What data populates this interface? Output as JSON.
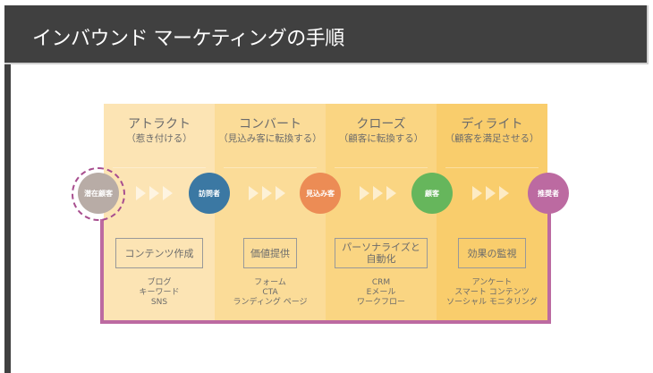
{
  "header": {
    "title": "インバウンド マーケティングの手順"
  },
  "stages": [
    {
      "title": "アトラクト",
      "subtitle": "（惹き付ける）",
      "action": "コンテンツ作成",
      "items": [
        "ブログ",
        "キーワード",
        "SNS"
      ]
    },
    {
      "title": "コンバート",
      "subtitle": "（見込み客に転換する）",
      "action": "価値提供",
      "items": [
        "フォーム",
        "CTA",
        "ランディング ページ"
      ]
    },
    {
      "title": "クローズ",
      "subtitle": "（顧客に転換する）",
      "action_line1": "パーソナライズと",
      "action_line2": "自動化",
      "items": [
        "CRM",
        "Eメール",
        "ワークフロー"
      ]
    },
    {
      "title": "ディライト",
      "subtitle": "（顧客を満足させる）",
      "action": "効果の監視",
      "items": [
        "アンケート",
        "スマート コンテンツ",
        "ソーシャル モニタリング"
      ]
    }
  ],
  "nodes": [
    {
      "label": "潜在顧客",
      "color": "#b8aca6"
    },
    {
      "label": "訪問者",
      "color": "#3b78a3"
    },
    {
      "label": "見込み客",
      "color": "#ec8c55"
    },
    {
      "label": "顧客",
      "color": "#66b65c"
    },
    {
      "label": "推奨者",
      "color": "#bc6aa1"
    }
  ],
  "colors": {
    "header_bg": "#404040",
    "frame": "#bc6aa1",
    "col1": "#fce4b4",
    "col2": "#fbdc98",
    "col3": "#fad582",
    "col4": "#f9cd6c"
  }
}
